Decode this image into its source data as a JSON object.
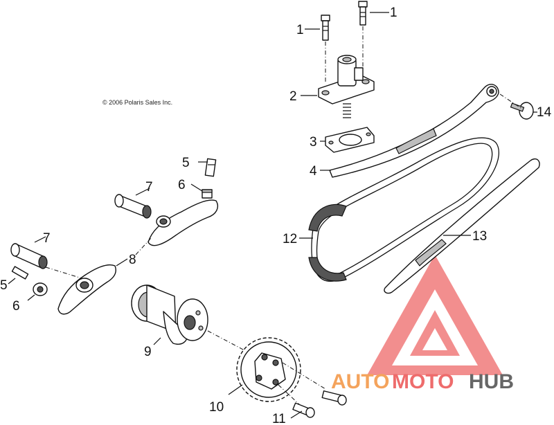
{
  "copyright": "© 2006 Polaris Sales Inc.",
  "callouts": {
    "c1a": "1",
    "c1b": "1",
    "c2": "2",
    "c3": "3",
    "c4": "4",
    "c5a": "5",
    "c5b": "5",
    "c6a": "6",
    "c6b": "6",
    "c7a": "7",
    "c7b": "7",
    "c8": "8",
    "c9": "9",
    "c10": "10",
    "c11": "11",
    "c12": "12",
    "c13": "13",
    "c14": "14"
  },
  "watermark": {
    "auto": "AUTO",
    "moto": "MOTO",
    "hub": "HUB",
    "colors": {
      "triangle": "#ee6c6c",
      "auto": "#f4a35c",
      "hub": "#666666"
    }
  }
}
